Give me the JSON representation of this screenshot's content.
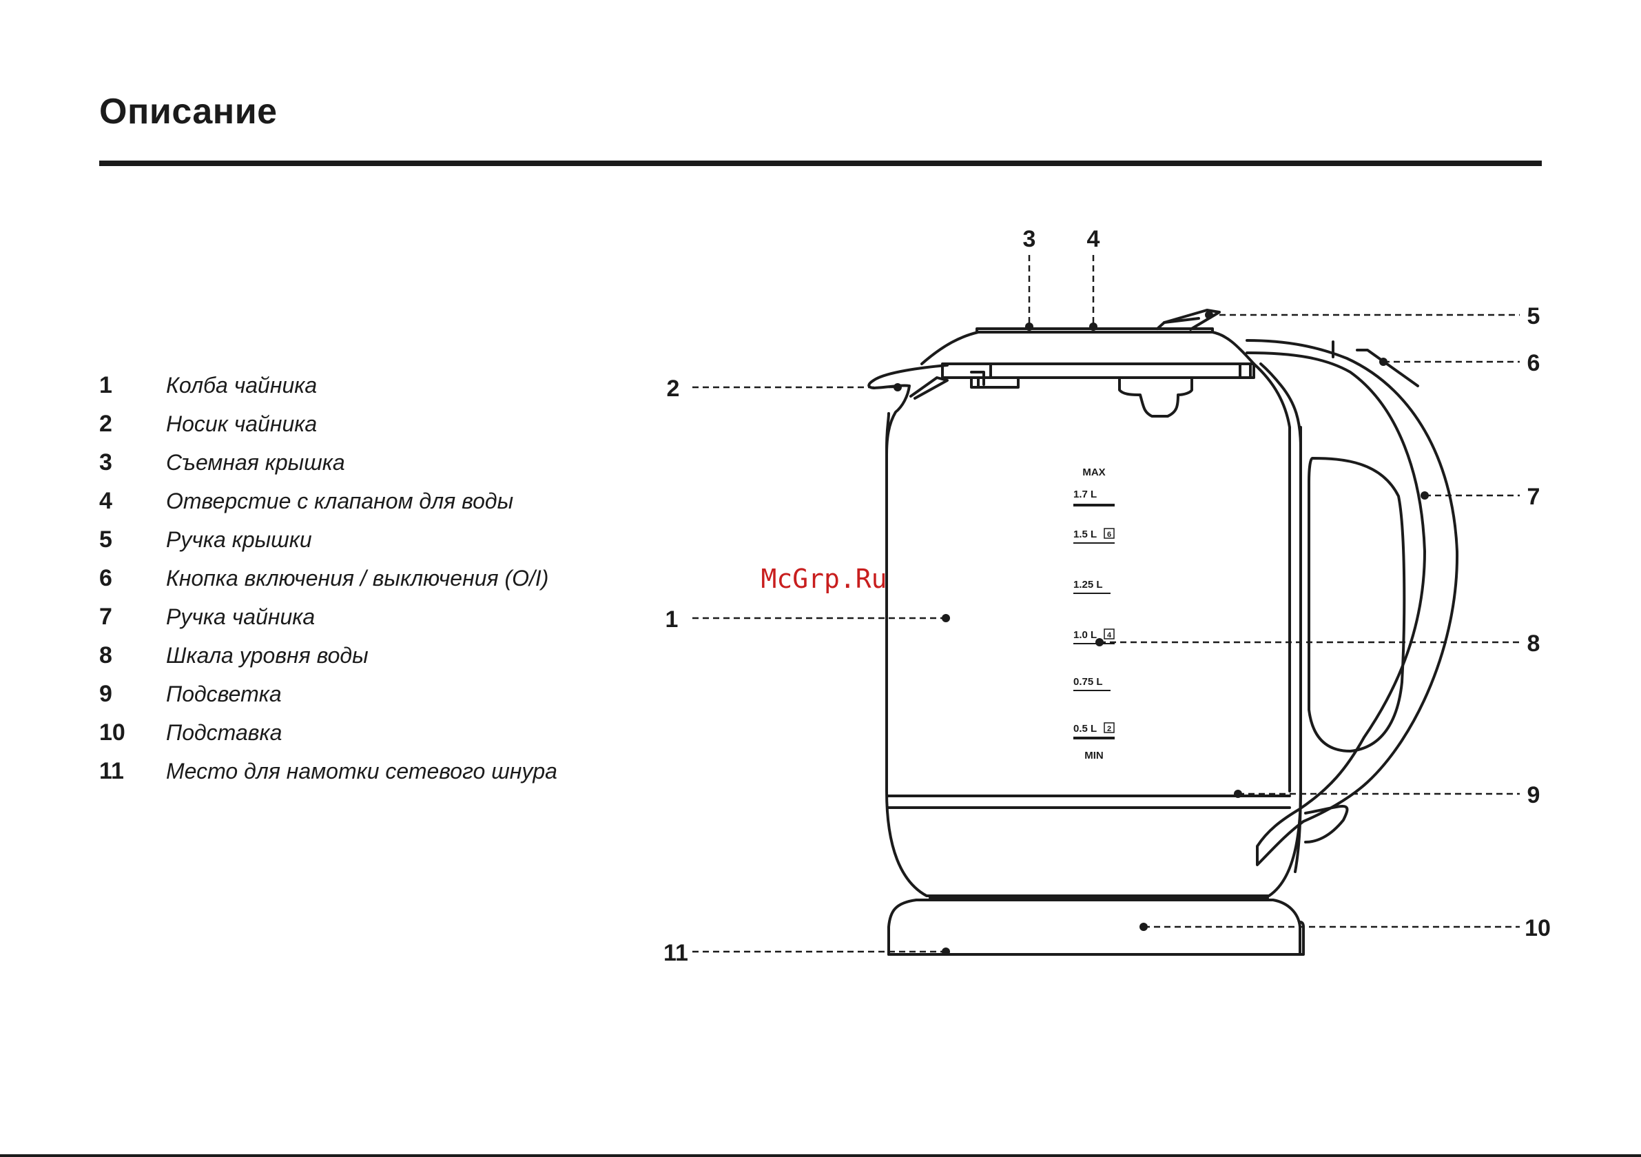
{
  "title": "Описание",
  "parts": [
    {
      "num": "1",
      "label": "Колба чайника"
    },
    {
      "num": "2",
      "label": "Носик чайника"
    },
    {
      "num": "3",
      "label": "Съемная крышка"
    },
    {
      "num": "4",
      "label": "Отверстие с клапаном для воды"
    },
    {
      "num": "5",
      "label": "Ручка крышки"
    },
    {
      "num": "6",
      "label": "Кнопка включения / выключения (O/I)"
    },
    {
      "num": "7",
      "label": "Ручка чайника"
    },
    {
      "num": "8",
      "label": "Шкала уровня воды"
    },
    {
      "num": "9",
      "label": "Подсветка"
    },
    {
      "num": "10",
      "label": "Подставка"
    },
    {
      "num": "11",
      "label": "Место для намотки сетевого шнура"
    }
  ],
  "diagram": {
    "callouts": {
      "c1": "1",
      "c2": "2",
      "c3": "3",
      "c4": "4",
      "c5": "5",
      "c6": "6",
      "c7": "7",
      "c8": "8",
      "c9": "9",
      "c10": "10",
      "c11": "11"
    },
    "scale": {
      "max": "MAX",
      "min": "MIN",
      "marks": [
        "1.7 L",
        "1.5 L",
        "1.25 L",
        "1.0 L",
        "0.75 L",
        "0.5 L"
      ],
      "cups": [
        "6",
        "4",
        "2"
      ]
    },
    "watermark": "McGrp.Ru"
  }
}
